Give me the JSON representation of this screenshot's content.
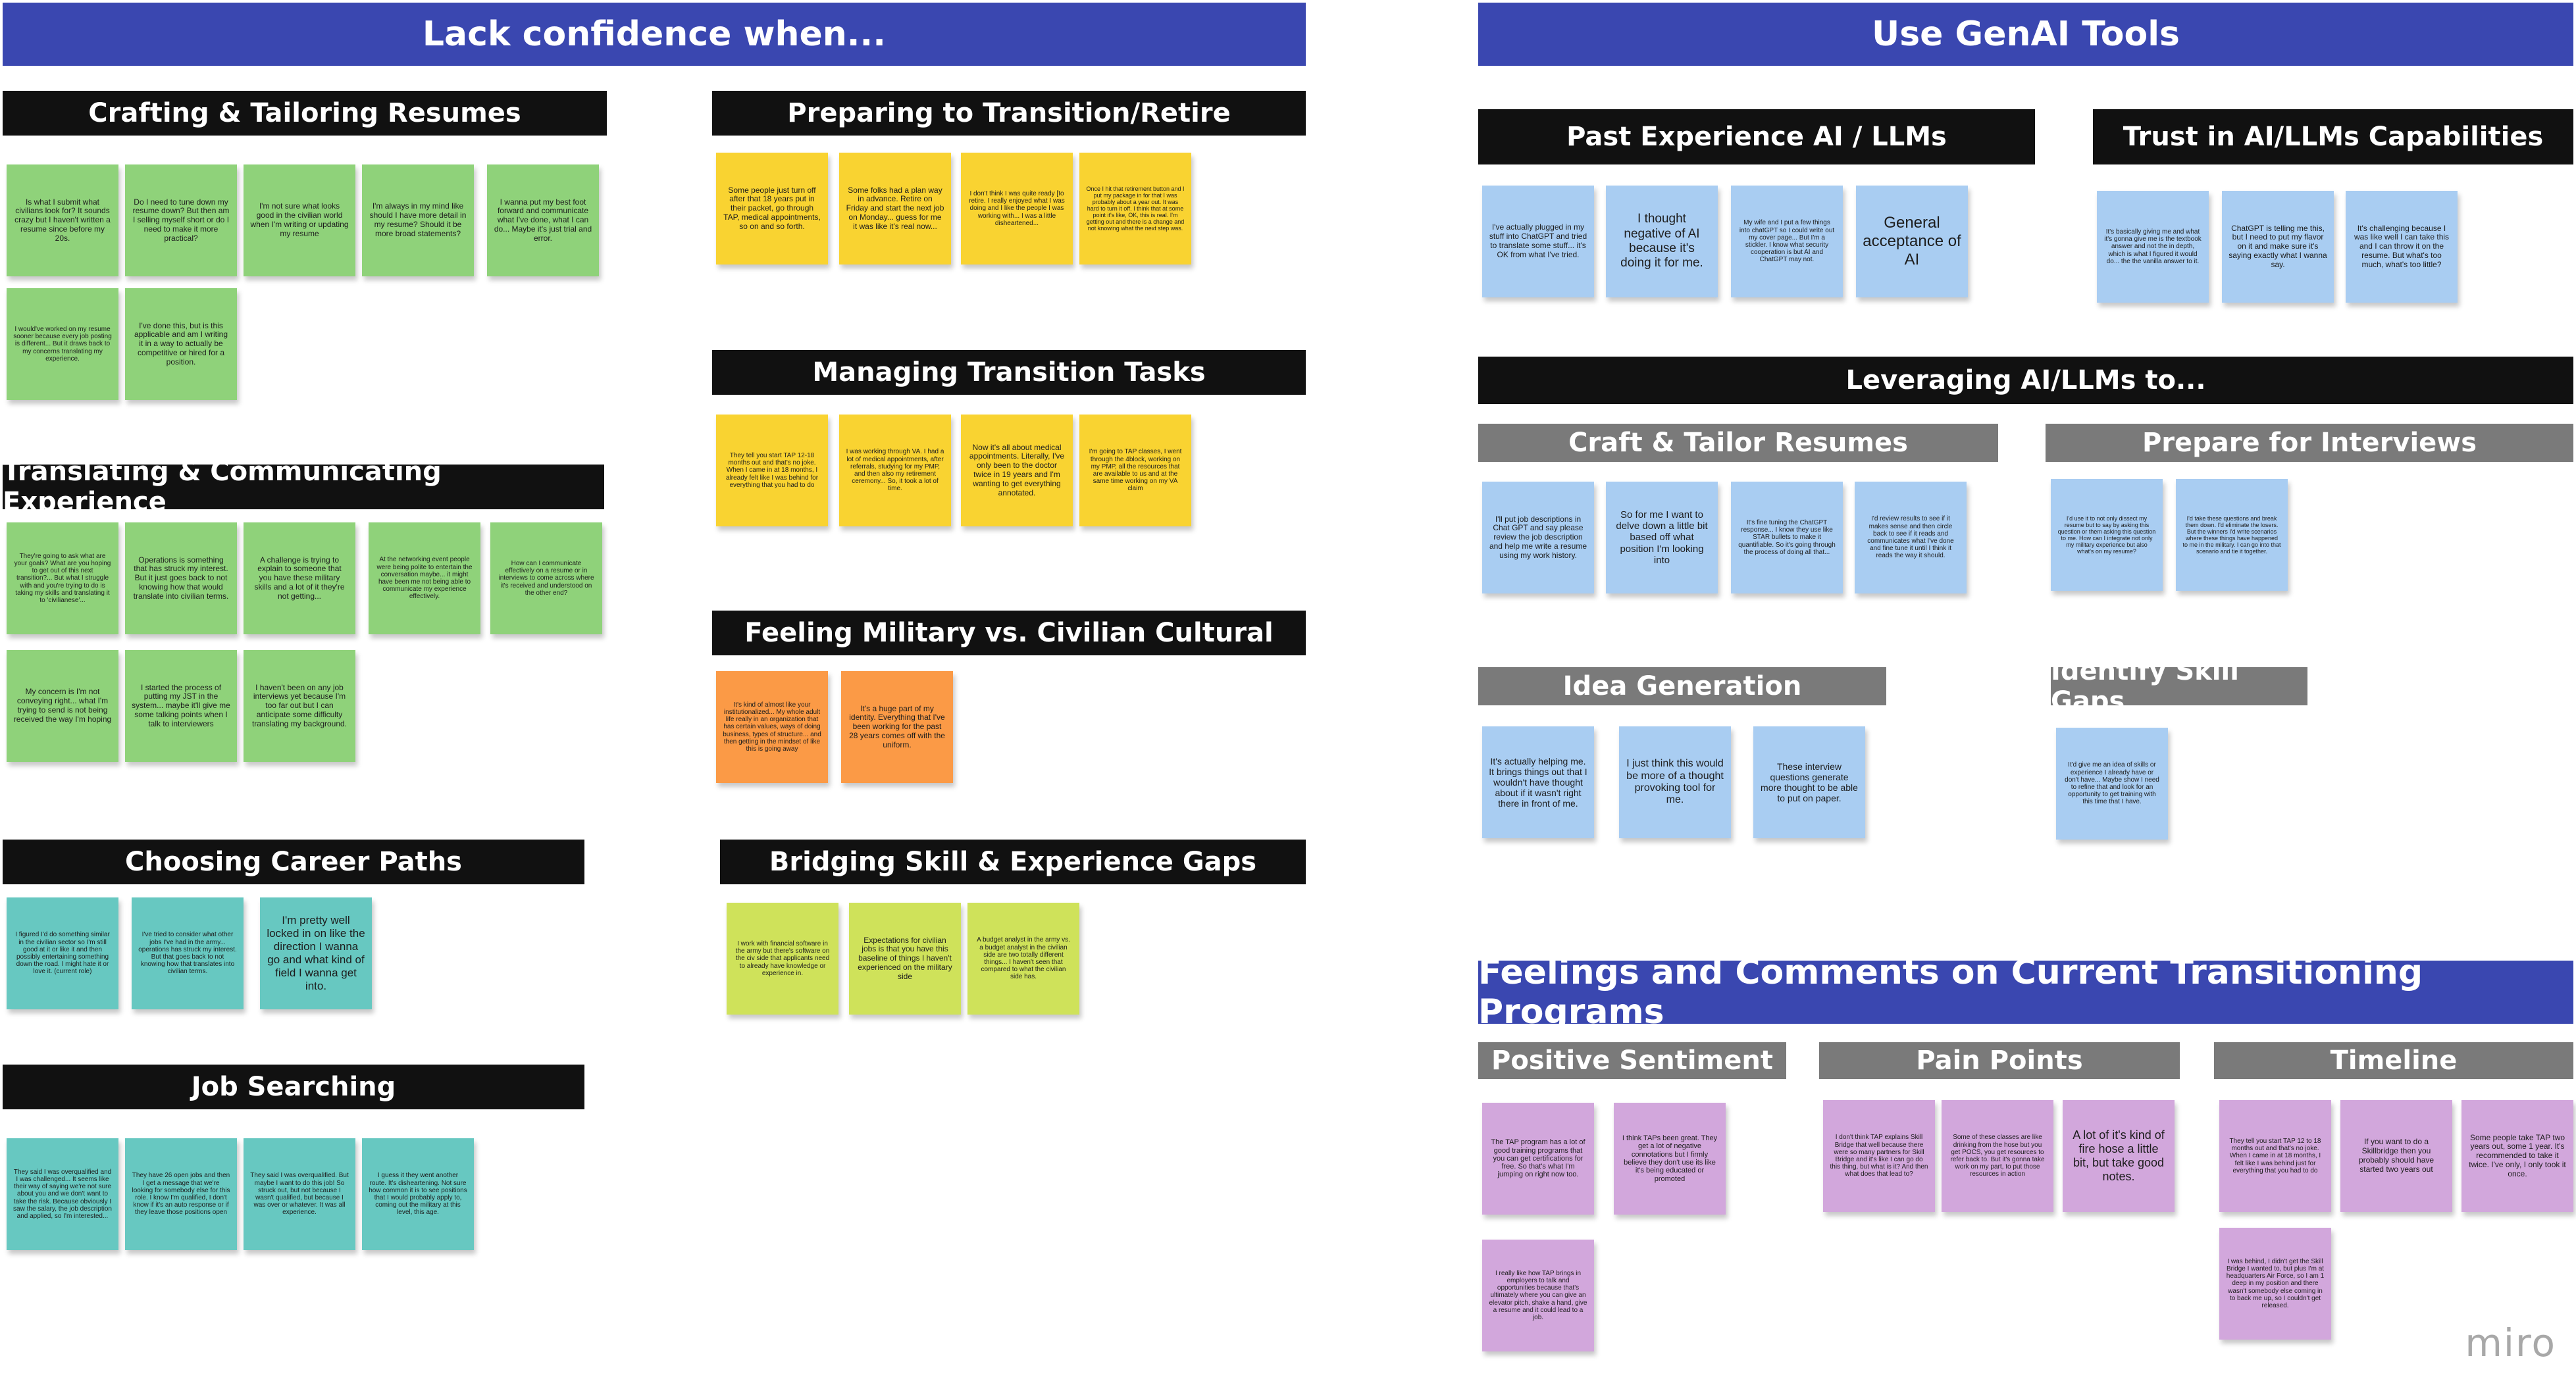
{
  "banners": {
    "lack_confidence": "Lack confidence when...",
    "use_genai": "Use GenAI Tools",
    "feelings": "Feelings and Comments on Current Transitioning Programs"
  },
  "sections": {
    "resumes": {
      "title": "Crafting & Tailoring Resumes",
      "notes": [
        "Is what I submit what civilians look for? It sounds crazy but I haven't written a resume since before my 20s.",
        "Do I need to tune down my resume down? But then am I selling myself short or do I need to make it more practical?",
        "I'm not sure what looks good in the civilian world when I'm writing or updating my resume",
        "I'm always in my mind like should I have more detail in my resume? Should it be more broad statements?",
        "I wanna put my best foot forward and communicate what I've done, what I can do... Maybe it's just trial and error.",
        "I would've worked on my resume sooner because every job posting is different... But it draws back to my concerns translating my experience.",
        "I've done this, but is this applicable and am I writing it in a way to actually be competitive or hired for a position."
      ]
    },
    "translating": {
      "title": "Translating & Communicating Experience",
      "notes": [
        "They're going to ask what are your goals? What are you hoping to get out of this next transition?... But what I struggle with and you're trying to do is taking my skills and translating it to 'civilianese'...",
        "Operations is something that has struck my interest. But it just goes back to not knowing how that would translate into civilian terms.",
        "A challenge is trying to explain to someone that you have these military skills and a lot of it they're not getting...",
        "At the networking event people were being polite to entertain the conversation maybe... it might have been me not being able to communicate my experience effectively.",
        "How can I communicate effectively on a resume or in interviews to come across where it's received and understood on the other end?",
        "My concern is I'm not conveying right... what I'm trying to send is not being received the way I'm hoping",
        "I started the process of putting my JST in the system... maybe it'll give me some talking points when I talk to interviewers",
        "I haven't been on any job interviews yet because I'm too far out but I can anticipate some difficulty translating my background."
      ]
    },
    "career": {
      "title": "Choosing Career Paths",
      "notes": [
        "I figured I'd do something similar in the civilian sector so I'm still good at it or like it and then possibly entertaining something down the road. I might hate it or love it. (current role)",
        "I've tried to consider what other jobs I've had in the army... operations has struck my interest. But that goes back to not knowing how that translates into civilian terms.",
        "I'm pretty well locked in on like the direction I wanna go and what kind of field I wanna get into."
      ]
    },
    "job": {
      "title": "Job Searching",
      "notes": [
        "They said I was overqualified and I was challenged... It seems like their way of saying we're not sure about you and we don't want to take the risk. Because obviously I saw the salary, the job description and applied, so I'm interested...",
        "They have 26 open jobs and then I get a message that we're looking for somebody else for this role. I know I'm qualified, I don't know if it's an auto response or if they leave those positions open",
        "They said I was overqualified. But maybe I want to do this job! So struck out, but not because I wasn't qualified, but because I was over or whatever. It was all experience.",
        "I guess it they went another route. It's disheartening. Not sure how common it is to see positions that I would probably apply to, coming out the military at this level, this age."
      ]
    },
    "retire": {
      "title": "Preparing to Transition/Retire",
      "notes": [
        "Some people just turn off after that 18 years put in their packet, go through TAP, medical appointments, so on and so forth.",
        "Some folks had a plan way in advance. Retire on Friday and start the next job on Monday... guess for me it was like it's real now...",
        "I don't think I was quite ready [to retire. I really enjoyed what I was doing and I like the people I was working with... I was a little disheartened...",
        "Once I hit that retirement button and I put my package in for that I was probably about a year out. It was hard to turn it off. I think that at some point it's like, OK, this is real. I'm getting out and there is a change and not knowing what the next step was."
      ]
    },
    "tasks": {
      "title": "Managing Transition Tasks",
      "notes": [
        "They tell you start TAP 12-18 months out and that's no joke. When I came in at 18 months, I already felt like I was behind for everything that you had to do",
        "I was working through VA. I had a lot of medical appointments, after referrals, studying for my PMP, and then also my retirement ceremony... So, it took a lot of time.",
        "Now it's all about medical appointments. Literally, I've only been to the doctor twice in 19 years and I'm wanting to get everything annotated.",
        "I'm going to TAP classes, I went through the 4block, working on my PMP, all the resources that are available to us and at the same time working on my VA claim"
      ]
    },
    "cultural": {
      "title": "Feeling Military vs. Civilian Cultural",
      "notes": [
        "It's kind of almost like your institutionalized... My whole adult life really in an organization that has certain values, ways of doing business, types of structure... and then getting in the mindset of like this is going away",
        "It's a huge part of my identity. Everything that I've been working for the past 28 years comes off with the uniform."
      ]
    },
    "gaps": {
      "title": "Bridging Skill & Experience Gaps",
      "notes": [
        "I work with financial software in the army but there's software on the civ side that applicants need to already have knowledge or experience in.",
        "Expectations for civilian jobs is that you have this baseline of things I haven't experienced on the military side",
        "A budget analyst in the army vs. a budget analyst in the civilian side are two totally different things... I haven't seen that compared to what the civilian side has."
      ]
    },
    "past_ai": {
      "title": "Past Experience  AI / LLMs",
      "notes": [
        "I've actually plugged in my stuff into ChatGPT and tried to translate some stuff... it's OK from what I've tried.",
        "I thought negative of AI because it's doing it for me.",
        "My wife and I put a few things into chatGPT so I could write out my cover page... But I'm a stickler. I know what security cooperation is but AI and ChatGPT may not.",
        "General acceptance of AI"
      ]
    },
    "trust_ai": {
      "title": "Trust in AI/LLMs Capabilities",
      "notes": [
        "It's basically giving me and what it's gonna give me is the textbook answer and not the in depth, which is what I figured it would do... the the vanilla answer to it.",
        "ChatGPT is telling me this, but I need to put my flavor on it and make sure it's saying exactly what I wanna say.",
        "It's challenging because I was like well I can take this and I can throw it on the resume. But what's too much, what's too little?"
      ]
    },
    "leveraging": {
      "title": "Leveraging AI/LLMs to..."
    },
    "craft": {
      "title": "Craft & Tailor Resumes",
      "notes": [
        "I'll put job descriptions in Chat GPT and say please review the job description and help me write a resume using my work history.",
        "So for me I want to delve down a little bit based off what position I'm looking into",
        "It's fine tuning the ChatGPT response... I know they use like STAR bullets to make it quantifiable. So it's going through the process of doing all that...",
        "I'd review results to see if it makes sense and then circle back to see if it reads and communicates what I've done and fine tune it until I think it reads the way it should."
      ]
    },
    "interviews": {
      "title": "Prepare for Interviews",
      "notes": [
        "I'd use it to not only dissect my resume but to say by asking this question or them asking this question to me. How can I integrate not only my military experience but also what's on my resume?",
        "I'd take these questions and break them down. I'd eliminate the losers. But the winners I'd write scenarios where these things have happened to me in the military. I can go into that scenario and tie it together."
      ]
    },
    "ideas": {
      "title": "Idea Generation",
      "notes": [
        "It's actually helping me. It brings things out that I wouldn't have thought about if it wasn't right there in front of me.",
        "I just think this would be more of a thought provoking tool for me.",
        "These interview questions generate more thought to be able to put on paper."
      ]
    },
    "skills": {
      "title": "Identify Skill Gaps",
      "notes": [
        "It'd give me an idea of skills or experience I already have or don't have... Maybe show I need to refine that and look for an opportunity to get training with this time that I have."
      ]
    },
    "positive": {
      "title": "Positive Sentiment",
      "notes": [
        "The TAP program has a lot of good training programs that you can get certifications for free. So that's what I'm jumping on right now too.",
        "I think TAPs been great. They get a lot of negative connotations but I firmly believe they don't use its like it's being educated or promoted",
        "I really like how TAP brings in employers to talk and opportunities because that's ultimately where you can give an elevator pitch, shake a hand, give a resume and it could lead to a job."
      ]
    },
    "pain": {
      "title": "Pain Points",
      "notes": [
        "I don't think TAP explains Skill Bridge that well because there were so many partners for Skill Bridge and it's like I can go do this thing, but what is it? And then what does that lead to?",
        "Some of these classes are like drinking from the hose but you get POCS, you get resources to refer back to. But it's gonna take work on my part, to put those resources in action",
        "A lot of it's kind of fire hose a little bit, but take good notes."
      ]
    },
    "timeline": {
      "title": "Timeline",
      "notes": [
        "They tell you start TAP 12 to 18 months out and that's no joke. When I came in at 18 months, I felt like I was behind just for everything that you had to do",
        "If you want to do a Skillbridge then you probably should have started two years out",
        "Some people take TAP two years out, some 1 year. It's recommended to take it twice. I've only, I only took it once.",
        "I was behind, I didn't get the Skill Bridge I wanted to, but plus I'm at headquarters Air Force, so I am 1 deep in my position and there wasn't somebody else coming in to back me up, so I couldn't get released."
      ]
    }
  },
  "logo": "miro"
}
